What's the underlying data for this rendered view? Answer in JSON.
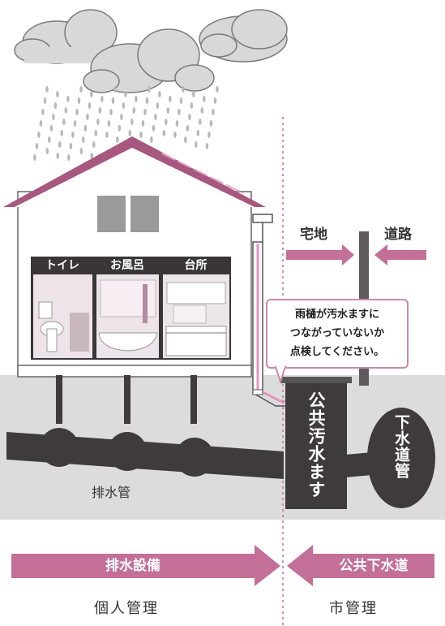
{
  "rooms": {
    "toilet": "トイレ",
    "bath": "お風呂",
    "kitchen": "台所"
  },
  "note": {
    "line1": "雨樋が汚水ますに",
    "line2": "つながっていないか",
    "line3": "点検してください。"
  },
  "labels": {
    "residential": "宅地",
    "road": "道路",
    "public_basin": "公共汚水ます",
    "sewer_pipe": "下水道管",
    "drain_pipe": "排水管"
  },
  "bottom": {
    "left_band": "排水設備",
    "right_band": "公共下水道",
    "left_caption": "個人管理",
    "right_caption": "市管理"
  },
  "colors": {
    "accent": "#c36f98",
    "roof": "#a8587f",
    "ground": "#dcdcdc",
    "pipe": "#3f3a3b",
    "cloud": "#d8d8d8",
    "house_wall": "#ffffff",
    "window": "#9a9a9a"
  }
}
